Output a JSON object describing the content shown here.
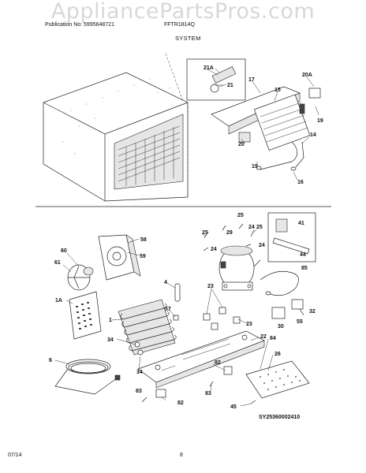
{
  "watermark": "AppliancePartsPros.com",
  "header": {
    "publication": "Publication No: 5995648721",
    "model": "FFTR1814Q",
    "section": "SYSTEM"
  },
  "footer": {
    "date": "07/14",
    "page": "8"
  },
  "diagram_ref": "SY25360002410",
  "callouts": {
    "c21a": "21A",
    "c21": "21",
    "c17": "17",
    "c15": "15",
    "c20a": "20A",
    "c19a": "19",
    "c20": "20",
    "c14": "14",
    "c19b": "19",
    "c16": "16",
    "c25a": "25",
    "c25b": "25",
    "c29": "29",
    "c24a": "24",
    "c25c": "25",
    "c24b": "24",
    "c41": "41",
    "c44": "44",
    "c24c": "24",
    "c58": "58",
    "c59": "59",
    "c60": "60",
    "c61": "61",
    "c85": "85",
    "c4": "4",
    "c23a": "23",
    "c57": "57",
    "c1a": "1A",
    "c23b": "23",
    "c30": "30",
    "c55": "55",
    "c32": "32",
    "c1": "1",
    "c22": "22",
    "c84": "84",
    "c34a": "34",
    "c26": "26",
    "c6": "6",
    "c34b": "34",
    "c82a": "82",
    "c83a": "83",
    "c83b": "83",
    "c82b": "82",
    "c45": "45"
  }
}
